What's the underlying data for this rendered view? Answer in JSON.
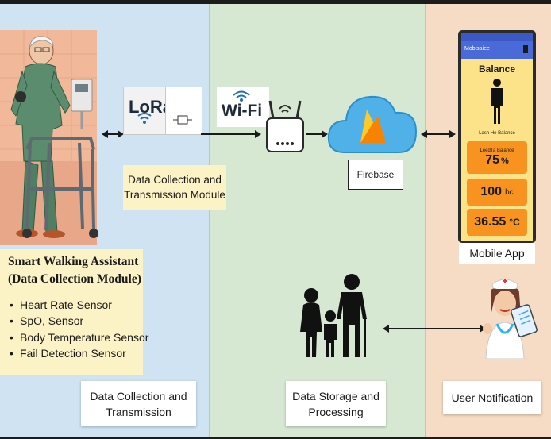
{
  "left_section": {
    "caption": "Data Collection and Transmission",
    "module_title_line1": "Smart Walking Assistant",
    "module_title_line2": "(Data Collection Module)",
    "sensors": [
      "Heart Rate Sensor",
      "SpO, Sensor",
      "Body Temperature Sensor",
      "Fail Detection Sensor"
    ],
    "transmission_module_line1": "Data Collection and",
    "transmission_module_line2": "Transmission Module",
    "lora_label": "LoRa"
  },
  "middle_section": {
    "wifi_label": "Wi-Fi",
    "firebase_label": "Firebase",
    "caption": "Data Storage and Processing"
  },
  "right_section": {
    "mobile_app_label": "Mobile App",
    "caption": "User Notification",
    "phone": {
      "app_name": "Mobisaiee",
      "heading": "Balance",
      "subtext": "Lash He Balance",
      "tile1_label": "LeedTa Balance",
      "tile1_value": "75",
      "tile1_unit": "%",
      "tile2_value": "100",
      "tile2_unit": "bc",
      "tile3_value": "36.55",
      "tile3_unit": "°C"
    }
  },
  "colors": {
    "panel_left": "#cfe3f3",
    "panel_middle": "#d6e7d2",
    "panel_right": "#f6dcc5",
    "module_box": "#fbf2c6",
    "phone_tile": "#f7931e",
    "phone_screen": "#fce38a",
    "cloud": "#4fb1e8"
  }
}
